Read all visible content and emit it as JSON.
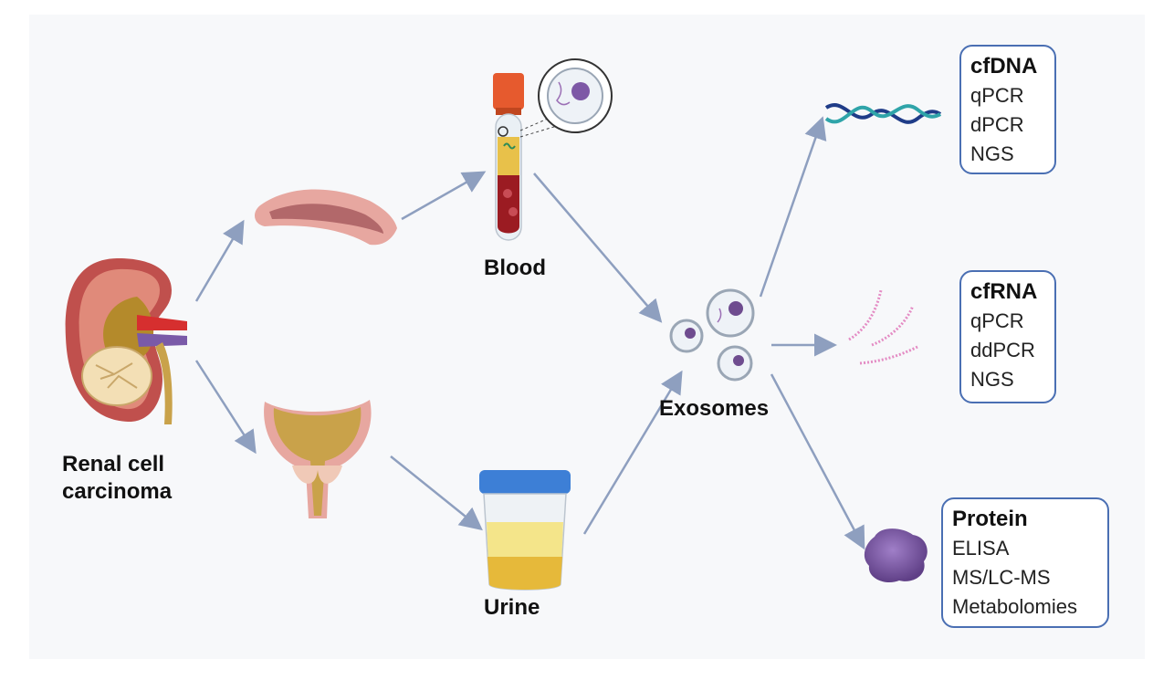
{
  "labels": {
    "rcc_line1": "Renal cell",
    "rcc_line2": "carcinoma",
    "blood": "Blood",
    "urine": "Urine",
    "exosomes": "Exosomes"
  },
  "boxes": {
    "cfdna": {
      "title": "cfDNA",
      "methods": [
        "qPCR",
        "dPCR",
        "NGS"
      ]
    },
    "cfrna": {
      "title": "cfRNA",
      "methods": [
        "qPCR",
        "ddPCR",
        "NGS"
      ]
    },
    "protein": {
      "title": "Protein",
      "methods": [
        "ELISA",
        "MS/LC-MS",
        "Metabolomies"
      ]
    }
  },
  "colors": {
    "arrow": "#8e9fbf",
    "box_border": "#4a6fb3",
    "kidney": "#c0504d",
    "urine": "#f2c94c",
    "exosome": "#6e4c8f",
    "protein": "#7d58a6"
  }
}
